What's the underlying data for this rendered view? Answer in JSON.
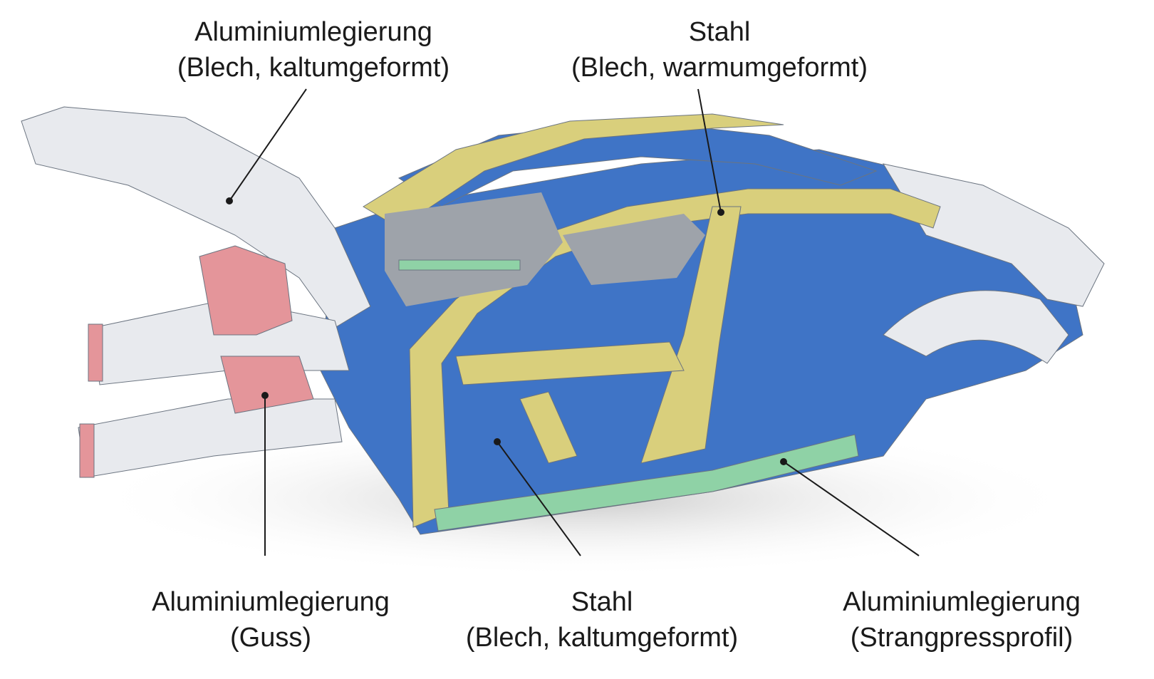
{
  "labels": {
    "top_left": {
      "line1": "Aluminiumlegierung",
      "line2": "(Blech, kaltumgeformt)"
    },
    "top_right": {
      "line1": "Stahl",
      "line2": "(Blech, warmumgeformt)"
    },
    "bottom_left": {
      "line1": "Aluminiumlegierung",
      "line2": "(Guss)"
    },
    "bottom_mid": {
      "line1": "Stahl",
      "line2": "(Blech, kaltumgeformt)"
    },
    "bottom_right": {
      "line1": "Aluminiumlegierung",
      "line2": "(Strangpressprofil)"
    }
  },
  "colors": {
    "aluminium_sheet": "#e8eaee",
    "steel_hot_formed": "#d9cf7c",
    "aluminium_cast": "#e4959a",
    "steel_cold_formed": "#3f74c6",
    "aluminium_extrusion": "#8fd2a6",
    "leader": "#1a1a1a"
  }
}
